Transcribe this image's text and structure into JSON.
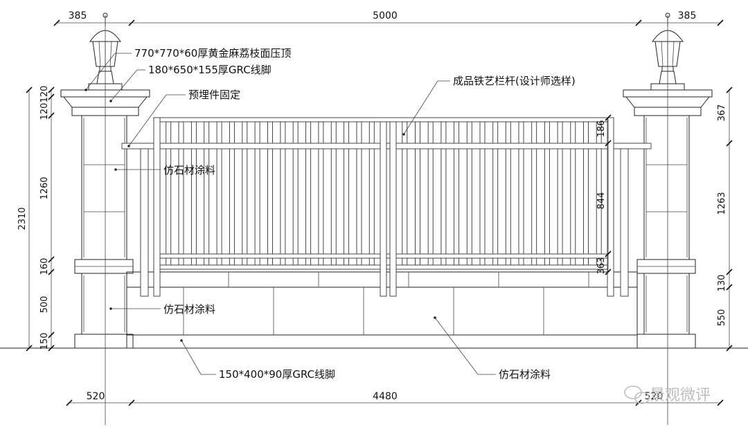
{
  "dimensions": {
    "top_left": "385",
    "top_center": "5000",
    "top_right": "385",
    "bottom_left": "520",
    "bottom_center": "4480",
    "bottom_right": "520",
    "left_120a": "120",
    "left_120b": "120",
    "left_1260": "1260",
    "left_160": "160",
    "left_500": "500",
    "left_150": "150",
    "left_total": "2310",
    "right_367": "367",
    "right_1263": "1263",
    "right_130": "130",
    "right_550": "550",
    "inner_186": "186",
    "inner_844": "844",
    "inner_363": "363"
  },
  "annotations": {
    "cap_stone": "770*770*60厚黄金麻荔枝面压顶",
    "grc_foot_top": "180*650*155厚GRC线脚",
    "embedded_fix": "预埋件固定",
    "railing": "成品铁艺栏杆(设计师选样)",
    "coating_pillar_upper": "仿石材涂料",
    "coating_pillar_lower": "仿石材涂料",
    "grc_foot_bottom": "150*400*90厚GRC线脚",
    "coating_wall": "仿石材涂料"
  },
  "watermark": "景观微评",
  "colors": {
    "line": "#222222",
    "background": "#ffffff"
  }
}
